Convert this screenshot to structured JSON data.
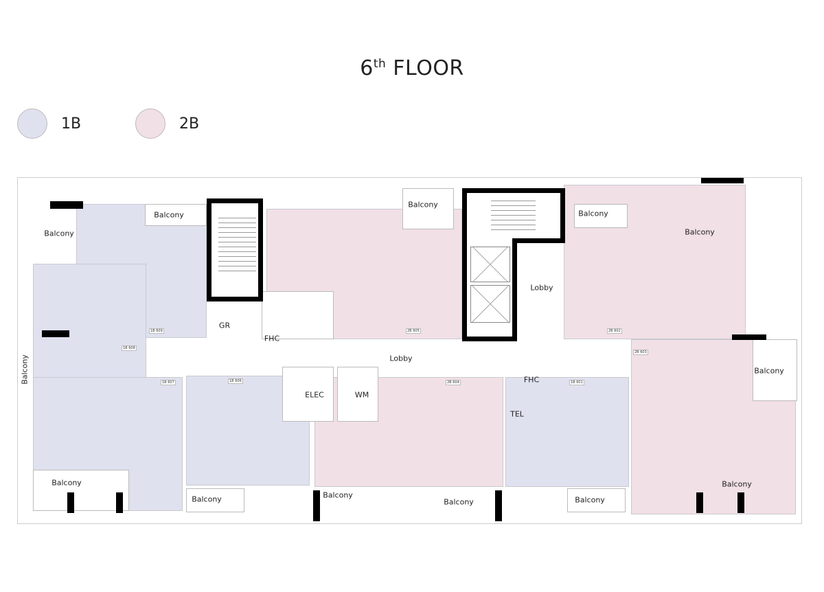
{
  "title": {
    "main": "6",
    "sup": "th",
    "rest": " FLOOR"
  },
  "legend": [
    {
      "label": "1B",
      "color": "#dfe1ef"
    },
    {
      "label": "2B",
      "color": "#f1e0e6"
    }
  ],
  "units": [
    {
      "type": "1B",
      "number": "1B 609"
    },
    {
      "type": "1B",
      "number": "1B 608"
    },
    {
      "type": "1B",
      "number": "1B 607"
    },
    {
      "type": "1B",
      "number": "1B 606"
    },
    {
      "type": "2B",
      "number": "2B 605"
    },
    {
      "type": "2B",
      "number": "2B 604"
    },
    {
      "type": "2B",
      "number": "2B 602"
    },
    {
      "type": "2B",
      "number": "2B 603"
    },
    {
      "type": "1B",
      "number": "1B 601"
    }
  ],
  "labels": {
    "balcony": "Balcony",
    "lobby": "Lobby",
    "gr": "GR",
    "fhc": "FHC",
    "elec": "ELEC",
    "wm": "WM",
    "tel": "TEL"
  }
}
